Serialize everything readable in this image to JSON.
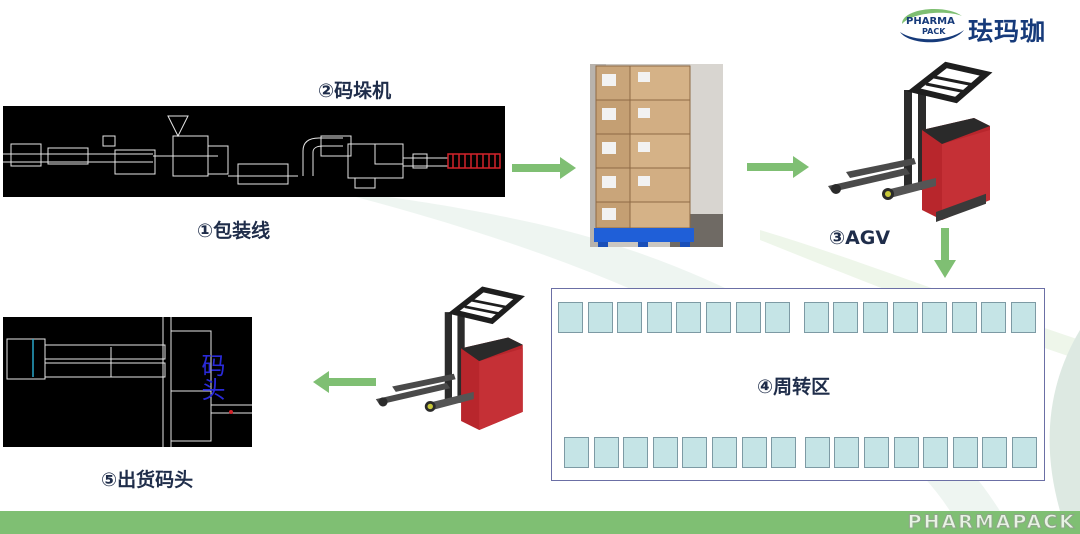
{
  "logo": {
    "en_line1": "PHARMA",
    "en_line2": "PACK",
    "cn": "珐玛珈"
  },
  "labels": {
    "step1": "①包装线",
    "step2": "②码垛机",
    "step3": "③AGV",
    "step4": "④周转区",
    "step5": "⑤出货码头"
  },
  "cad_dock_text": "码头",
  "footer_watermark": "PHARMAPACK",
  "colors": {
    "arrow": "#7fbf73",
    "label": "#1f2d4a",
    "slot_fill": "#c5e4e6",
    "slot_border": "#7d9aa4",
    "zone_border": "#6b6fa5",
    "footer": "#7fbf73",
    "forklift_body": "#b8262c",
    "logo_blue": "#163a7a"
  },
  "icons": [
    "arrow-right-icon",
    "arrow-down-icon",
    "arrow-left-icon",
    "forklift-agv-icon",
    "pallet-boxes-photo"
  ]
}
